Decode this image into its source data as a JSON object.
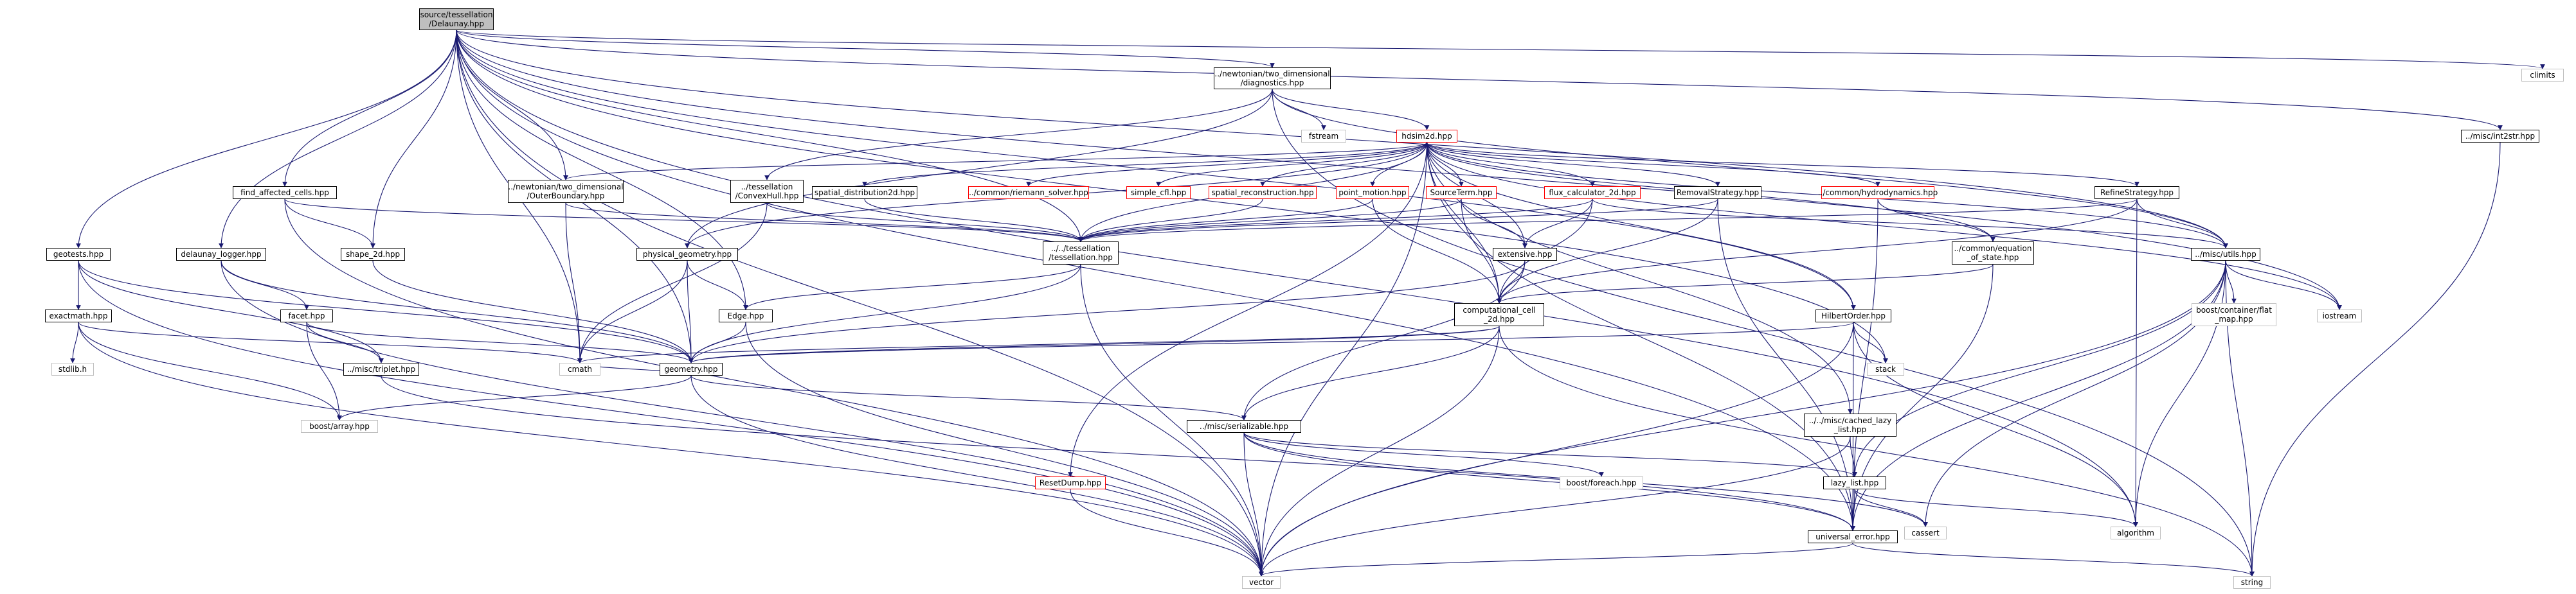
{
  "graph": {
    "nodes": {
      "root": "source/tessellation\n/Delaunay.hpp",
      "diagnostics": "../newtonian/two_dimensional\n/diagnostics.hpp",
      "hdsim": "hdsim2d.hpp",
      "climits": "climits",
      "int2str": "../misc/int2str.hpp",
      "fstream": "fstream",
      "find_affected": "find_affected_cells.hpp",
      "outer_boundary": "../newtonian/two_dimensional\n/OuterBoundary.hpp",
      "convexhull": "../tessellation\n/ConvexHull.hpp",
      "spatial_dist": "spatial_distribution2d.hpp",
      "riemann": "../common/riemann_solver.hpp",
      "simple_cfl": "simple_cfl.hpp",
      "spatial_recon": "spatial_reconstruction.hpp",
      "point_motion": "point_motion.hpp",
      "source_term": "SourceTerm.hpp",
      "flux_calc": "flux_calculator_2d.hpp",
      "removal": "RemovalStrategy.hpp",
      "hydro": "../common/hydrodynamics.hpp",
      "refine": "RefineStrategy.hpp",
      "geotests": "geotests.hpp",
      "delaunay_logger": "delaunay_logger.hpp",
      "shape2d": "shape_2d.hpp",
      "physical_geometry": "physical_geometry.hpp",
      "tessellation": "../../tessellation\n/tessellation.hpp",
      "extensive": "extensive.hpp",
      "eos": "../common/equation\n_of_state.hpp",
      "utils": "../misc/utils.hpp",
      "exactmath": "exactmath.hpp",
      "facet": "facet.hpp",
      "edge": "Edge.hpp",
      "comp_cell": "computational_cell\n_2d.hpp",
      "hilbert": "HilbertOrder.hpp",
      "iostream": "iostream",
      "container_flat": "boost/container/flat\n_map.hpp",
      "stdlib": "stdlib.h",
      "triplet": "../misc/triplet.hpp",
      "cmath": "cmath",
      "geometry": "geometry.hpp",
      "stack": "stack",
      "cached_lazy": "../../misc/cached_lazy\n_list.hpp",
      "boost_array": "boost/array.hpp",
      "serializable": "../misc/serializable.hpp",
      "reset_dump": "ResetDump.hpp",
      "boost_foreach": "boost/foreach.hpp",
      "lazy_list": "lazy_list.hpp",
      "algorithm": "algorithm",
      "cassert": "cassert",
      "universal_error": "universal_error.hpp",
      "vector": "vector",
      "string": "string"
    }
  },
  "colors": {
    "edge": "#191970",
    "node_border": "#000000",
    "external_border": "#bfbfbf",
    "error_border": "#ff0000",
    "root_fill": "#bfbfbf"
  }
}
